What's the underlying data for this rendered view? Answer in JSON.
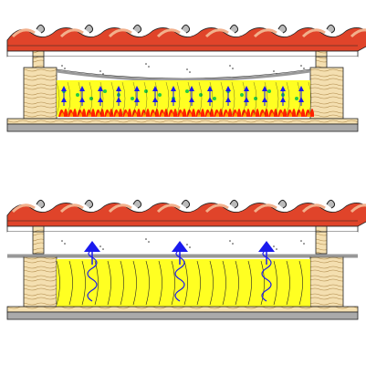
{
  "figure": {
    "panels": [
      {
        "id": "top",
        "insulation_state": "heat-loss",
        "airflow_arrow_count": 14
      },
      {
        "id": "bottom",
        "insulation_state": "vapour-diffusion",
        "airflow_arrow_count": 3
      }
    ],
    "colors": {
      "tile_red": "#e0442a",
      "tile_light": "#f2b08c",
      "timber": "#f4dfb0",
      "insulation_yellow": "#ffff22",
      "airflow_blue": "#1a1aee",
      "heat_red": "#ff2200",
      "heat_orange": "#ff9900",
      "heat_green": "#22cc44",
      "membrane_gray": "#999999",
      "plasterboard": "#aaaaaa"
    }
  }
}
